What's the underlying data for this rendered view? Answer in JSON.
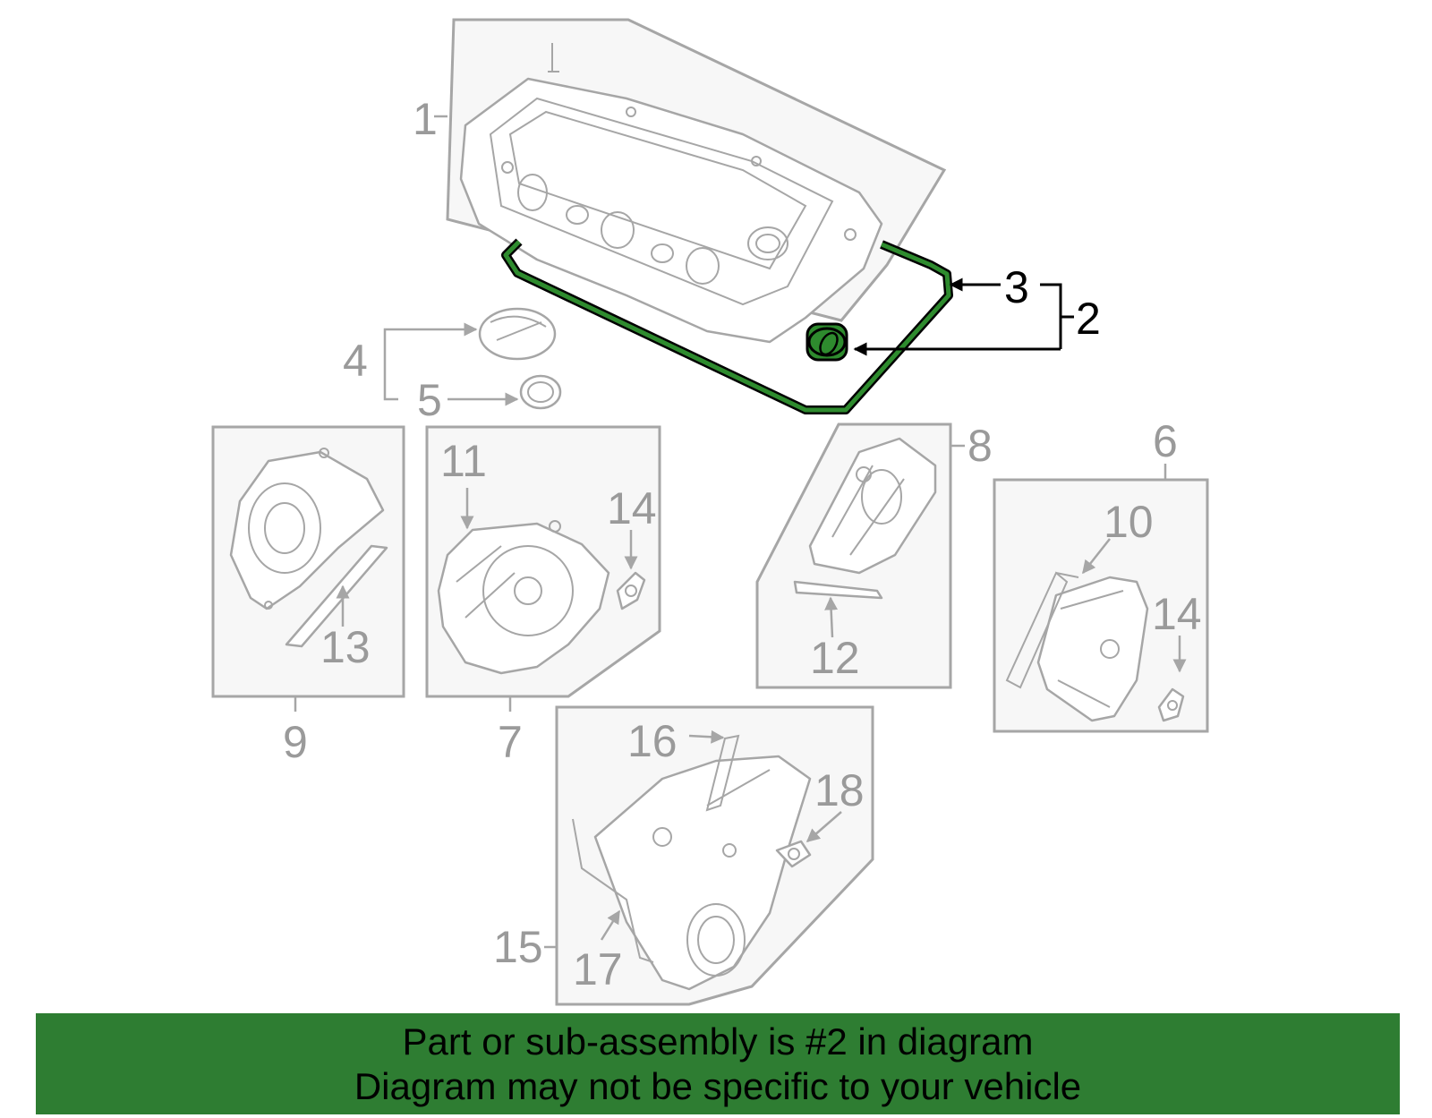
{
  "colors": {
    "highlight": "#2e8b2e",
    "banner": "#2e7d32",
    "panel_fill": "#f7f7f7",
    "line_gray": "#a6a6a6",
    "label_gray": "#9a9a9a"
  },
  "callouts": {
    "c1": "1",
    "c2": "2",
    "c3": "3",
    "c4": "4",
    "c5": "5",
    "c6": "6",
    "c7": "7",
    "c8": "8",
    "c9": "9",
    "c10": "10",
    "c11": "11",
    "c12": "12",
    "c13": "13",
    "c14a": "14",
    "c14b": "14",
    "c15": "15",
    "c16": "16",
    "c17": "17",
    "c18": "18"
  },
  "banner": {
    "line1": "Part or sub-assembly is #2 in diagram",
    "line2": "Diagram may not be specific to your vehicle"
  }
}
